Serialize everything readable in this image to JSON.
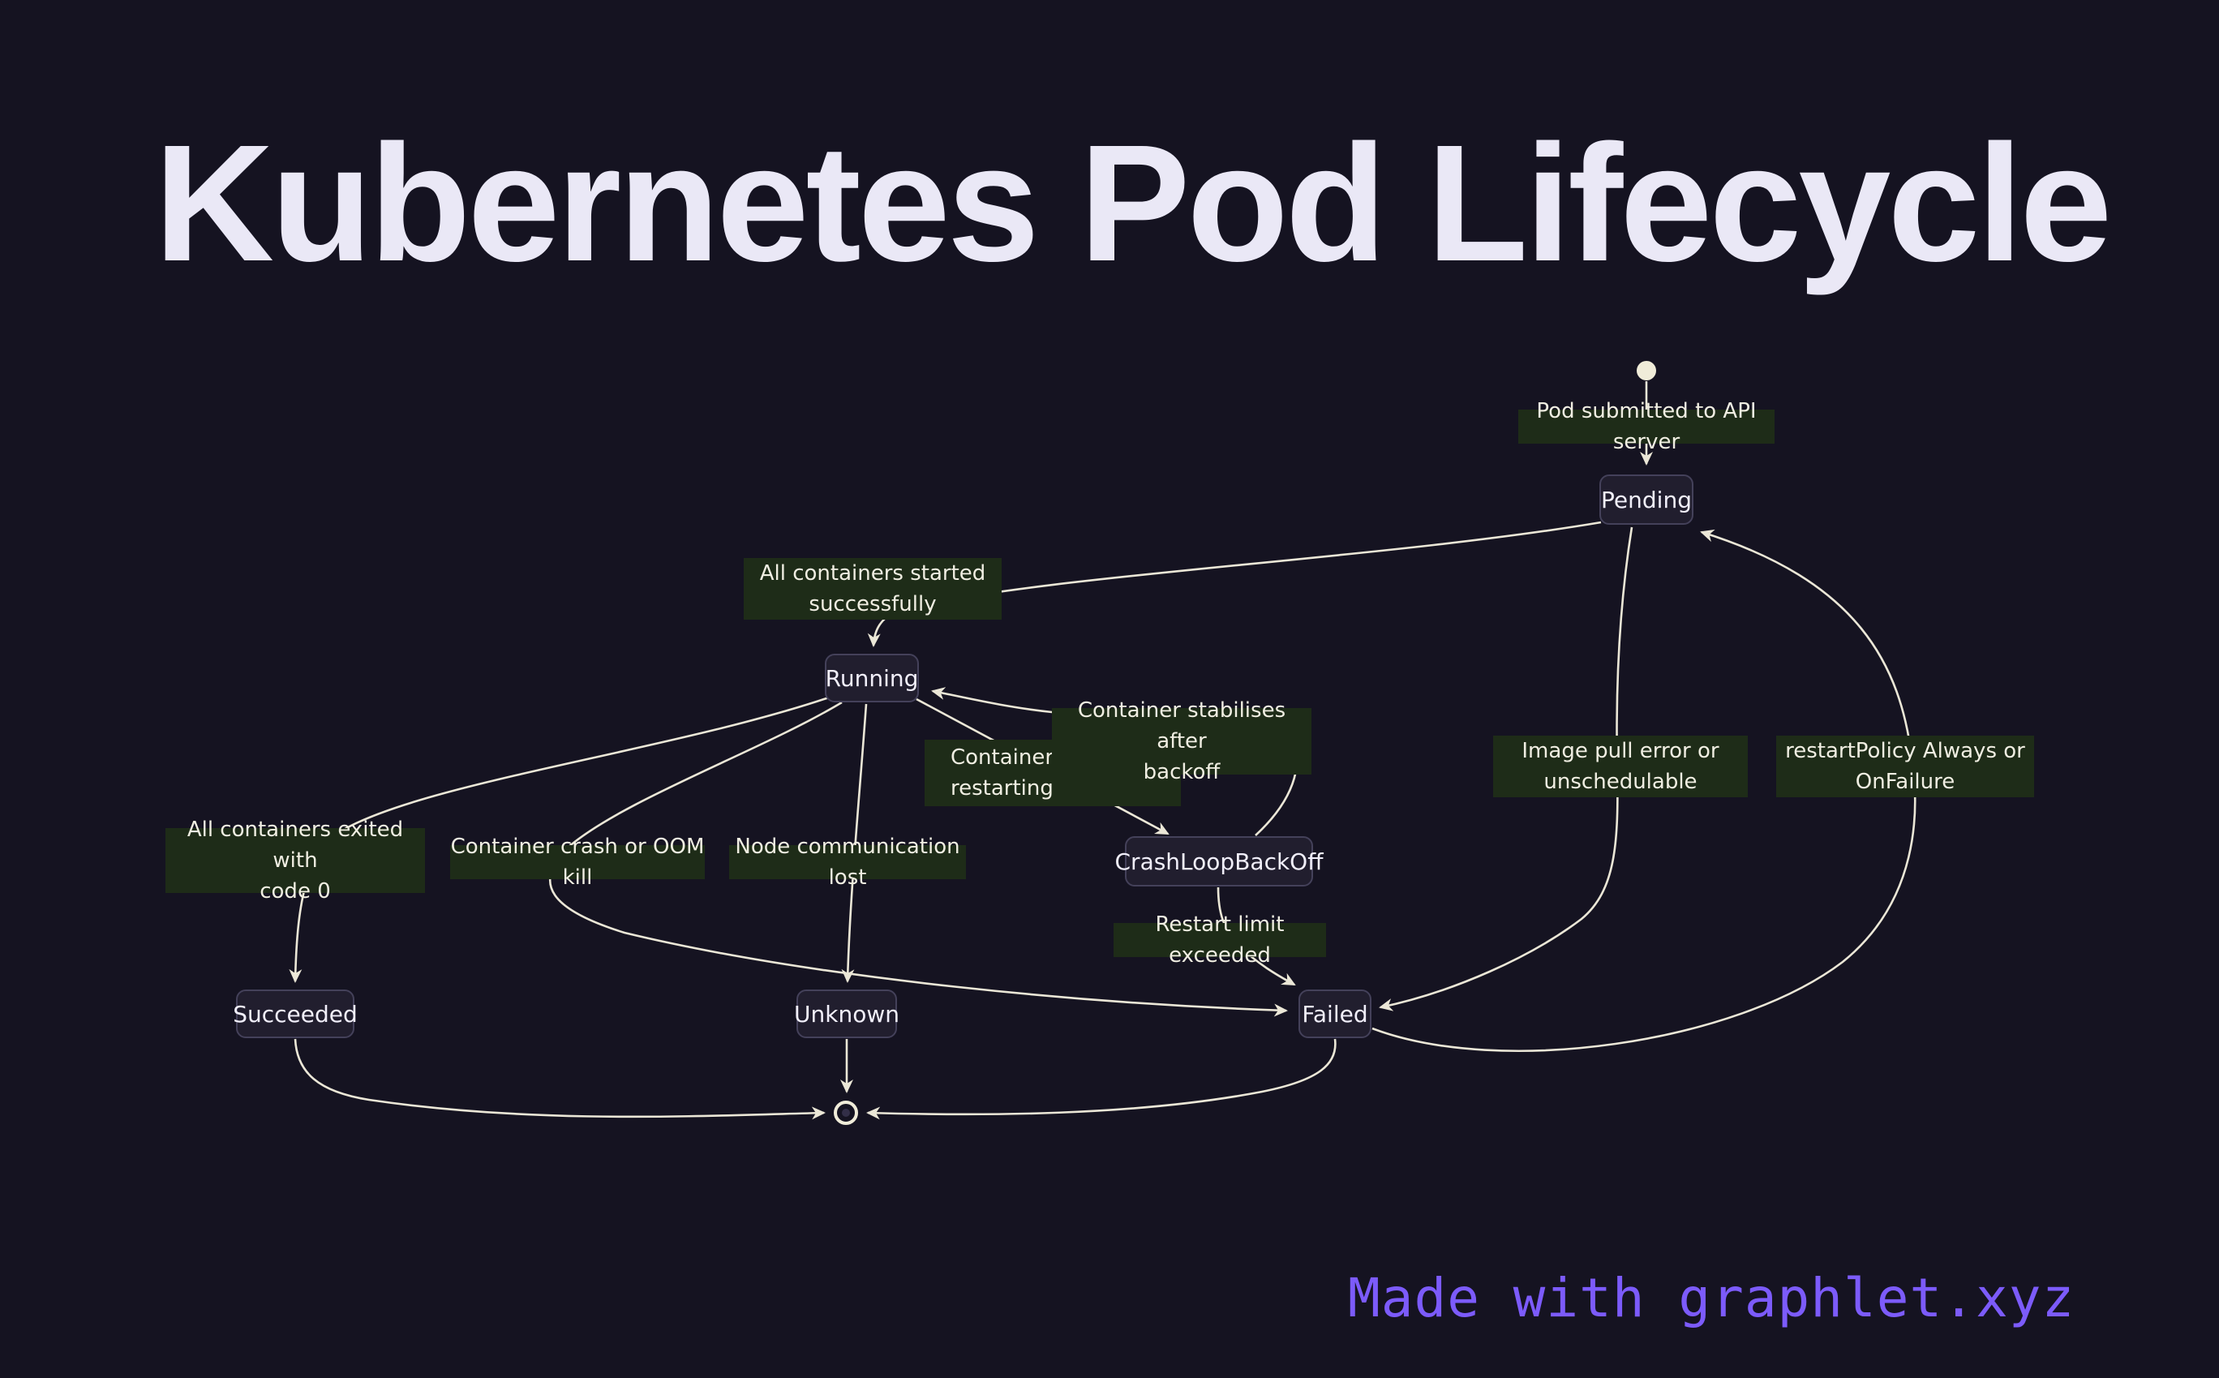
{
  "title": "Kubernetes Pod Lifecycle",
  "footer": {
    "credit": "Made with graphlet.xyz"
  },
  "diagram": {
    "type": "state-diagram",
    "colors": {
      "background": "#151321",
      "node_fill": "#211e2e",
      "node_border": "#44415a",
      "edge_line": "#ebe7d7",
      "edge_label_bg": "#1e2c18",
      "start_dot": "#f0ecd9",
      "accent_footer": "#7c5bfb"
    },
    "nodes": {
      "start": "",
      "pending": "Pending",
      "running": "Running",
      "crashloop": "CrashLoopBackOff",
      "succeeded": "Succeeded",
      "unknown": "Unknown",
      "failed": "Failed",
      "end": ""
    },
    "edge_labels": {
      "pod_submitted": "Pod submitted to API server",
      "all_started": "All containers started\nsuccessfully",
      "stabilises": "Container stabilises after\nbackoff",
      "restarting": "Container repeatedly\nrestarting",
      "exited_zero": "All containers exited with\ncode 0",
      "crash_oom": "Container crash or OOM kill",
      "node_lost": "Node communication lost",
      "image_pull": "Image pull error or\nunschedulable",
      "restart_policy": "restartPolicy Always or\nOnFailure",
      "restart_limit": "Restart limit exceeded"
    },
    "edges": [
      {
        "from": "start",
        "to": "pending",
        "label": "Pod submitted to API server"
      },
      {
        "from": "pending",
        "to": "running",
        "label": "All containers started successfully"
      },
      {
        "from": "running",
        "to": "succeeded",
        "label": "All containers exited with code 0"
      },
      {
        "from": "running",
        "to": "failed",
        "label": "Container crash or OOM kill"
      },
      {
        "from": "running",
        "to": "unknown",
        "label": "Node communication lost"
      },
      {
        "from": "running",
        "to": "crashloop",
        "label": "Container repeatedly restarting"
      },
      {
        "from": "crashloop",
        "to": "running",
        "label": "Container stabilises after backoff"
      },
      {
        "from": "crashloop",
        "to": "failed",
        "label": "Restart limit exceeded"
      },
      {
        "from": "pending",
        "to": "failed",
        "label": "Image pull error or unschedulable"
      },
      {
        "from": "failed",
        "to": "pending",
        "label": "restartPolicy Always or OnFailure"
      },
      {
        "from": "succeeded",
        "to": "end",
        "label": ""
      },
      {
        "from": "unknown",
        "to": "end",
        "label": ""
      },
      {
        "from": "failed",
        "to": "end",
        "label": ""
      }
    ]
  }
}
